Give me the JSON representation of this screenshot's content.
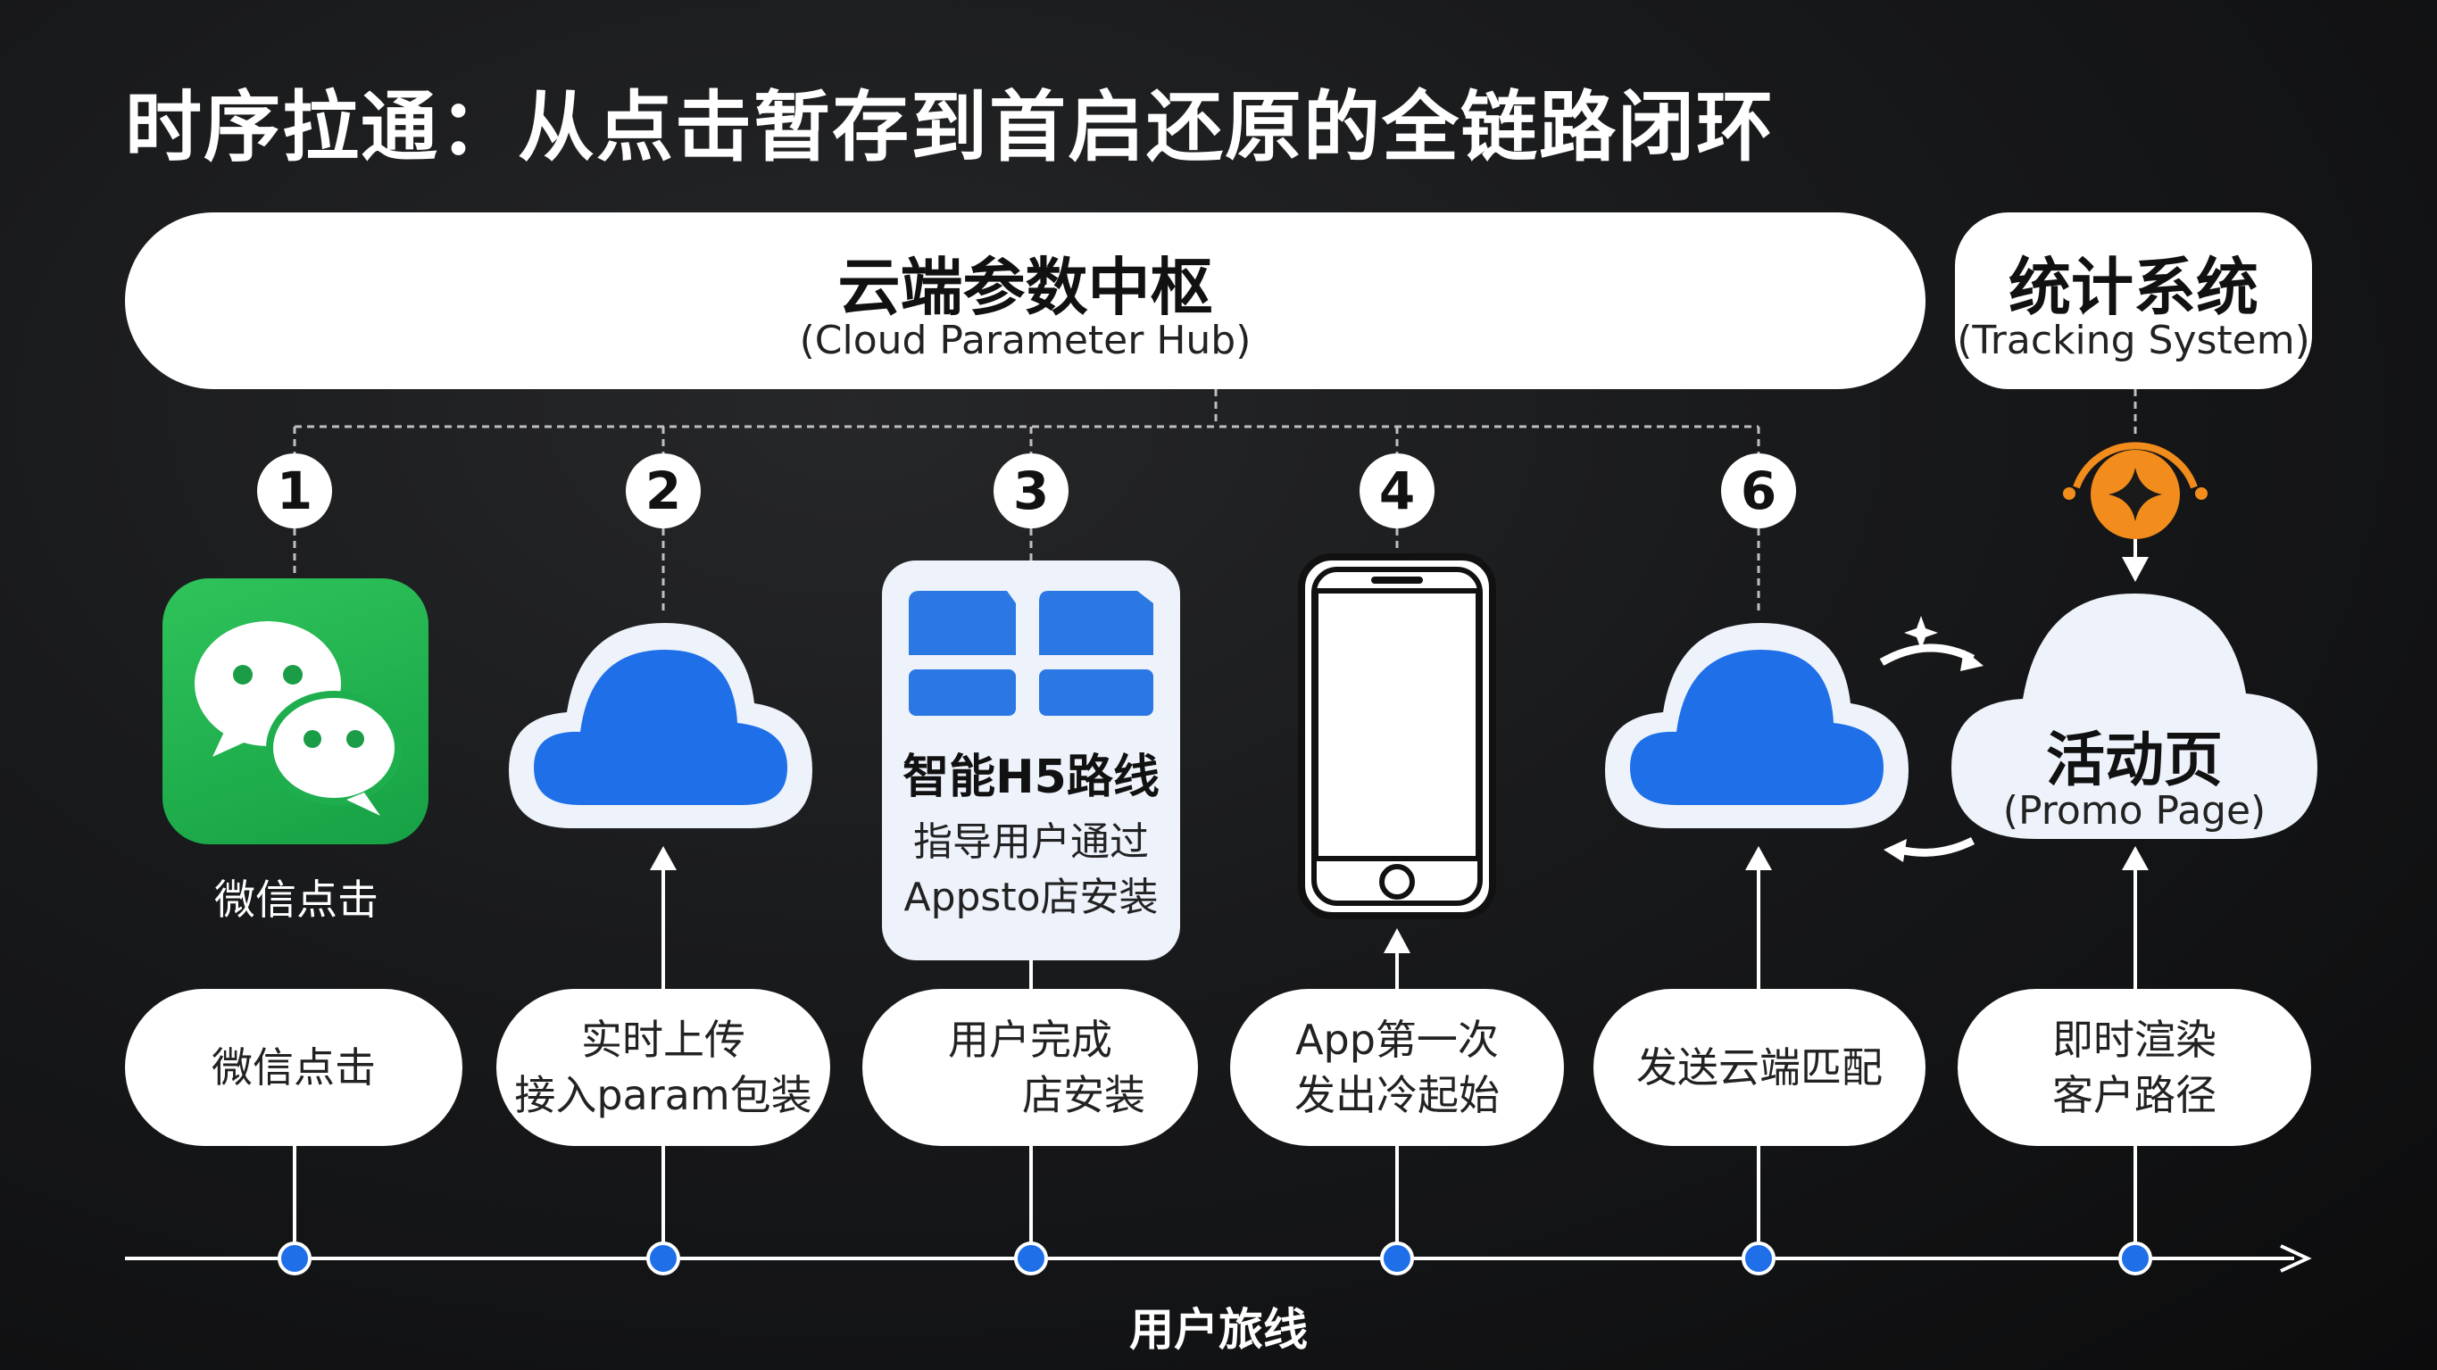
{
  "title": "时序拉通：从点击暂存到首启还原的全链路闭环",
  "hub": {
    "zh": "云端参数中枢",
    "en": "(Cloud Parameter Hub)"
  },
  "tracking": {
    "zh": "统计系统",
    "en": "(Tracking System)"
  },
  "steps": [
    {
      "number": "1",
      "icon": "wechat-icon",
      "icon_caption": "微信点击",
      "label_lines": [
        "微信点击"
      ]
    },
    {
      "number": "2",
      "icon": "cloud-icon",
      "label_lines": [
        "实时上传",
        "接入param包装"
      ]
    },
    {
      "number": "3",
      "icon": "h5-route-card",
      "card_title": "智能H5路线",
      "card_lines": [
        "指导用户通过",
        "Appsto店安装"
      ],
      "label_lines": [
        "用户完成",
        "店安装"
      ]
    },
    {
      "number": "4",
      "icon": "phone-icon",
      "label_lines": [
        "App第一次",
        "发出冷起始"
      ]
    },
    {
      "number": "6",
      "icon": "cloud-icon",
      "label_lines": [
        "发送云端匹配"
      ]
    },
    {
      "number": "",
      "icon": "promo-cloud",
      "label_lines": [
        "即时渲染",
        "客户路径"
      ]
    }
  ],
  "promo": {
    "zh": "活动页",
    "en": "(Promo Page)"
  },
  "axis_label": "用户旅线",
  "colors": {
    "background": "#141517",
    "accent_blue": "#1e6fe8",
    "wechat_green": "#22b24c",
    "tracking_orange": "#f28c1c"
  }
}
